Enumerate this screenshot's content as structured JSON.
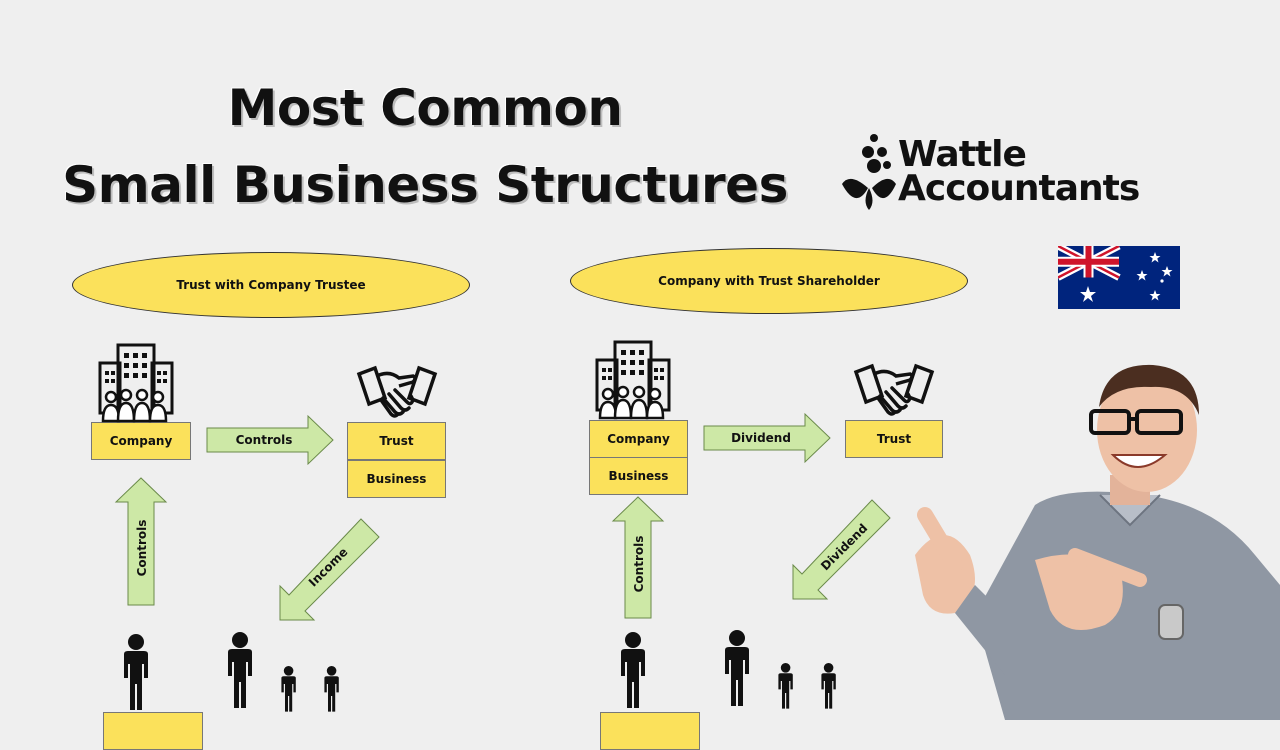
{
  "title": {
    "line1": "Most Common",
    "line2": "Small Business Structures"
  },
  "logo": {
    "line1": "Wattle",
    "line2": "Accountants"
  },
  "diagram_left": {
    "heading": "Trust with Company Trustee",
    "company": "Company",
    "trust": "Trust",
    "business": "Business",
    "arrow_controls_h": "Controls",
    "arrow_controls_v": "Controls",
    "arrow_income": "Income"
  },
  "diagram_right": {
    "heading": "Company with Trust Shareholder",
    "company": "Company",
    "business": "Business",
    "trust": "Trust",
    "arrow_dividend_h": "Dividend",
    "arrow_controls_v": "Controls",
    "arrow_dividend_d": "Dividend"
  },
  "colors": {
    "background": "#efefef",
    "box": "#fbe15b",
    "arrow": "#cde8a6",
    "arrow_stroke": "#6a8a4a"
  },
  "icons": [
    "building-icon",
    "handshake-icon",
    "person-icon",
    "australian-flag-icon",
    "wattle-logo-icon"
  ]
}
